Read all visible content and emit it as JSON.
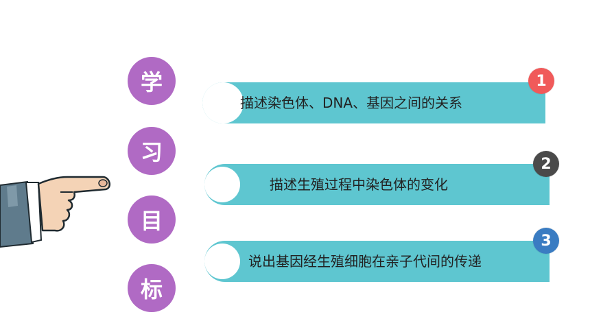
{
  "title_chars": [
    "学",
    "习",
    "目",
    "标"
  ],
  "items": [
    {
      "number": "1",
      "text": "描述染色体、DNA、基因之间的关系",
      "badge_color": "#f05a5a"
    },
    {
      "number": "2",
      "text": "描述生殖过程中染色体的变化",
      "badge_color": "#4a4a4a"
    },
    {
      "number": "3",
      "text": "说出基因经生殖细胞在亲子代间的传递",
      "badge_color": "#3a7cc2"
    }
  ],
  "colors": {
    "circle": "#b06ac4",
    "bar": "#5ec6d0"
  },
  "icons": {
    "pointer": "pointing-hand-icon"
  }
}
